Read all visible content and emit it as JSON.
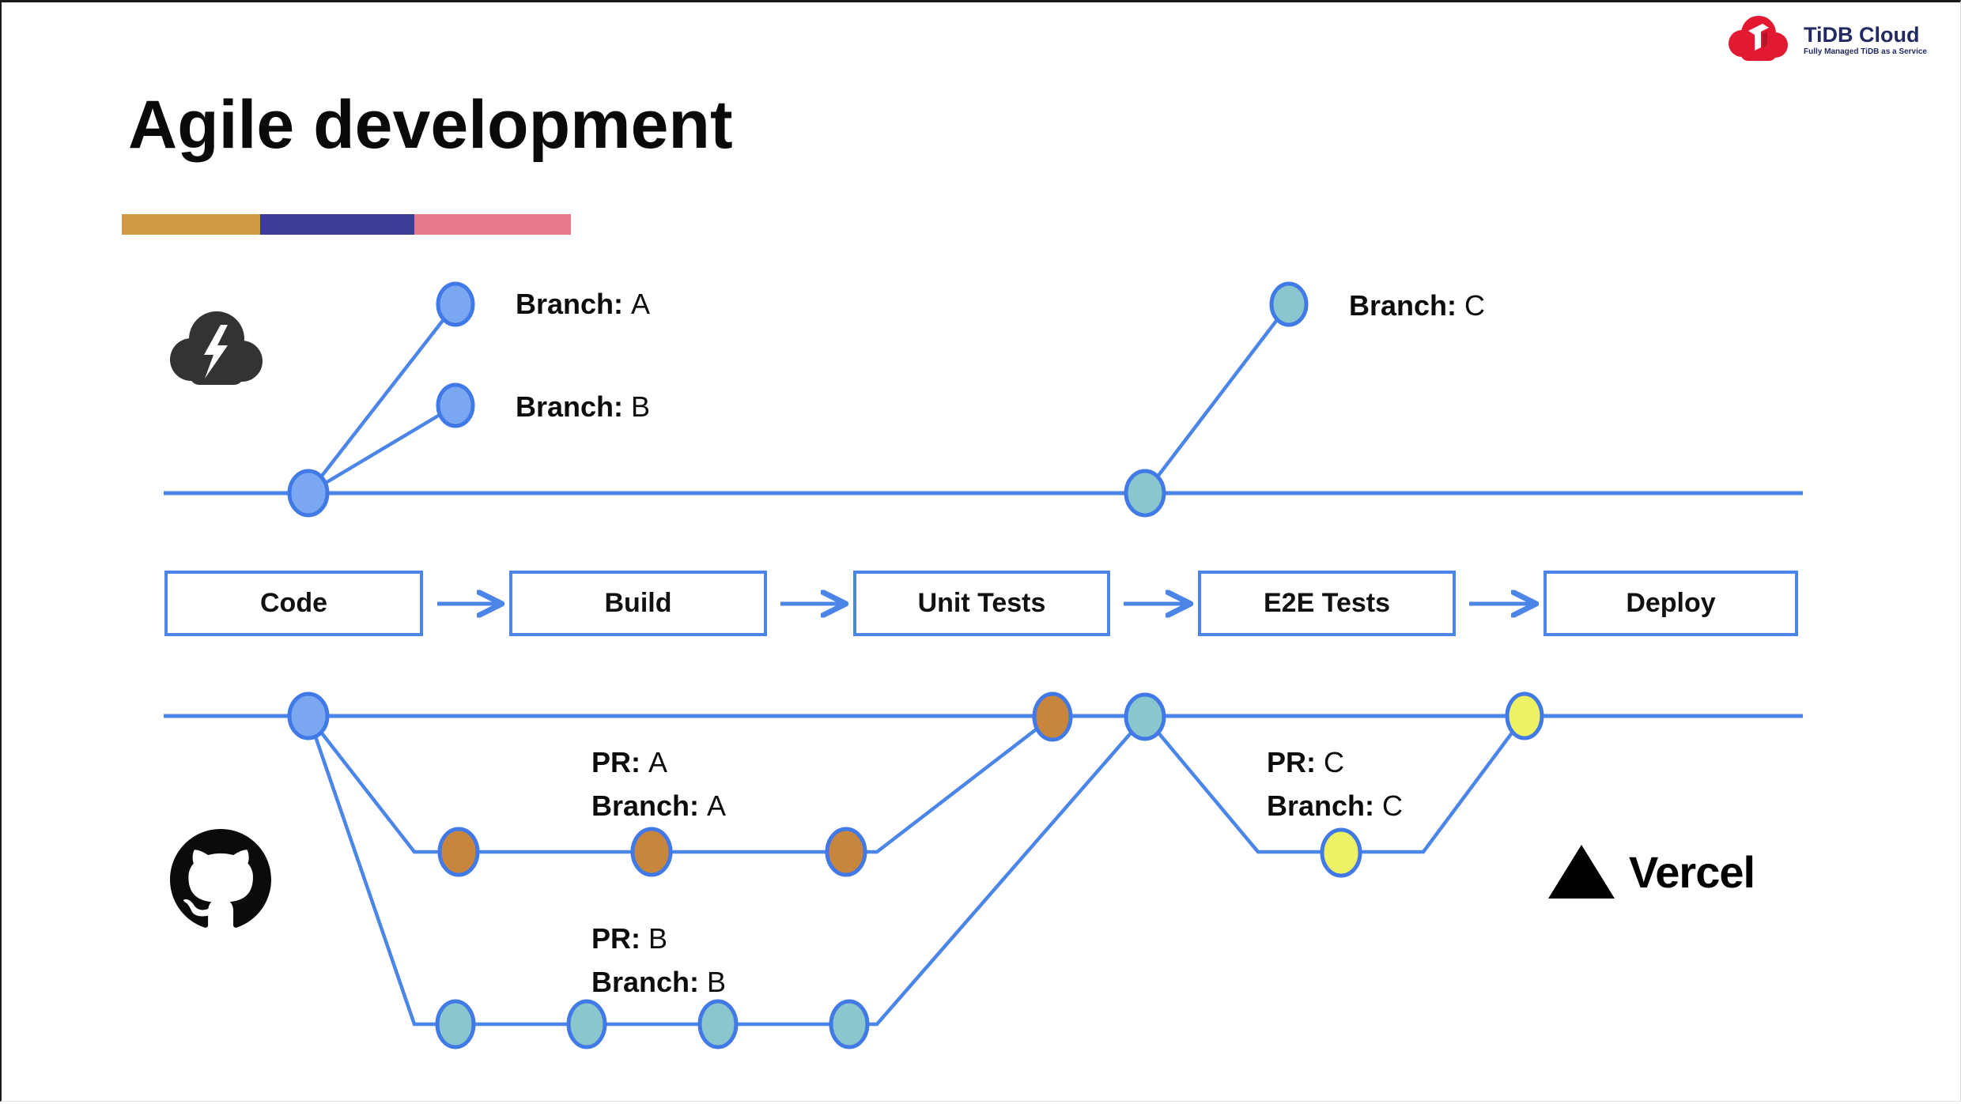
{
  "header": {
    "title": "Agile development",
    "bar_colors": {
      "orange": "#d09a44",
      "indigo": "#3d3c99",
      "pink": "#e8798a"
    }
  },
  "brand": {
    "tidb": {
      "name": "TiDB Cloud",
      "tagline": "Fully Managed TiDB as a Service",
      "cloud_color": "#e11931",
      "text_color": "#232a60"
    },
    "vercel": {
      "name": "Vercel",
      "color": "#000000"
    },
    "github": {
      "color": "#0b0b0b"
    },
    "lightning_cloud_color": "#333333"
  },
  "icons": [
    "tidb-cloud-logo",
    "lightning-cloud-icon",
    "github-icon",
    "vercel-triangle-icon",
    "flow-arrow-icon"
  ],
  "colors": {
    "edge_blue": "#4b85e8",
    "node_blue": "#7aa7f0",
    "node_teal": "#8ac6ce",
    "node_orange": "#c8863c",
    "node_yellow": "#edf163"
  },
  "top_diagram": {
    "branch_a": {
      "prefix": "Branch:",
      "value": "A"
    },
    "branch_b": {
      "prefix": "Branch:",
      "value": "B"
    },
    "branch_c": {
      "prefix": "Branch:",
      "value": "C"
    }
  },
  "pipeline": {
    "stages": [
      {
        "label": "Code"
      },
      {
        "label": "Build"
      },
      {
        "label": "Unit Tests"
      },
      {
        "label": "E2E Tests"
      },
      {
        "label": "Deploy"
      }
    ]
  },
  "bottom_diagram": {
    "pr_a": {
      "pr_prefix": "PR:",
      "pr_value": "A",
      "branch_prefix": "Branch:",
      "branch_value": "A"
    },
    "pr_b": {
      "pr_prefix": "PR:",
      "pr_value": "B",
      "branch_prefix": "Branch:",
      "branch_value": "B"
    },
    "pr_c": {
      "pr_prefix": "PR:",
      "pr_value": "C",
      "branch_prefix": "Branch:",
      "branch_value": "C"
    }
  }
}
